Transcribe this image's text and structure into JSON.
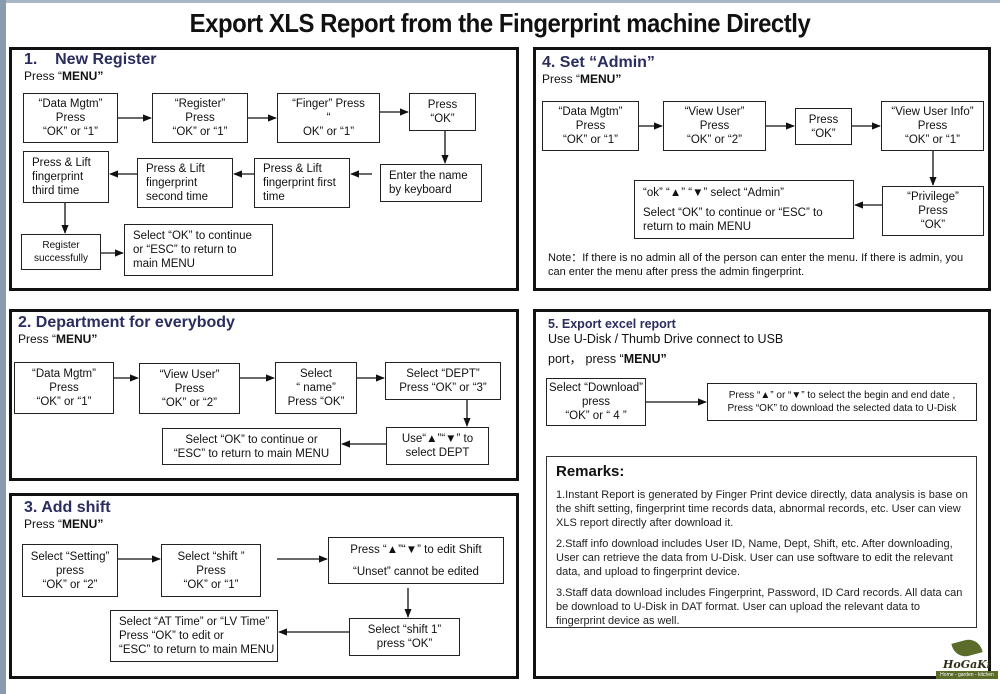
{
  "title": "Export XLS Report from the Fingerprint machine Directly",
  "press_prefix": "Press “",
  "menu_key": "MENU”",
  "sections": {
    "new_register": {
      "title": "1.    New Register",
      "steps": [
        [
          "“Data Mgtm”",
          "Press",
          "“OK” or “1”"
        ],
        [
          "“Register”",
          "Press",
          "“OK” or “1”"
        ],
        [
          "“Finger” Press",
          "“",
          "OK” or “1”"
        ],
        [
          "Press",
          "“OK”"
        ],
        [
          "Enter the name",
          "by keyboard"
        ],
        [
          "Press & Lift",
          "fingerprint first",
          "time"
        ],
        [
          "Press & Lift",
          "fingerprint",
          "second time"
        ],
        [
          "Press & Lift",
          "fingerprint",
          "third time"
        ],
        [
          "Register",
          "successfully"
        ],
        [
          "Select “OK” to  continue",
          "or “ESC” to return to",
          "main MENU"
        ]
      ]
    },
    "department": {
      "title": "2. Department for everybody",
      "steps": [
        [
          "“Data Mgtm”",
          "Press",
          "“OK” or “1”"
        ],
        [
          "“View User”",
          "Press",
          "“OK” or “2”"
        ],
        [
          "Select",
          "“ name”",
          "Press “OK”"
        ],
        [
          "Select “DEPT”",
          "Press “OK” or “3”"
        ],
        [
          "Use“▲”“▼” to",
          "select DEPT"
        ],
        [
          "Select “OK” to  continue or",
          "“ESC” to return to main MENU"
        ]
      ]
    },
    "add_shift": {
      "title": "3. Add shift",
      "steps": [
        [
          "Select “Setting”",
          "press",
          "“OK” or “2”"
        ],
        [
          "Select “shift ”",
          "Press",
          "“OK” or “1”"
        ],
        [
          "Press “▲”“▼” to edit Shift",
          "“Unset” cannot be edited"
        ],
        [
          "Select “shift 1”",
          "press “OK”"
        ],
        [
          "Select “AT Time” or “LV Time”",
          "Press “OK” to  edit or",
          "“ESC” to return to main MENU"
        ]
      ]
    },
    "set_admin": {
      "title": "4. Set “Admin”",
      "steps": [
        [
          "“Data Mgtm”",
          "Press",
          "“OK” or “1”"
        ],
        [
          "“View User”",
          "Press",
          "“OK” or “2”"
        ],
        [
          "Press",
          "“OK”"
        ],
        [
          "“View User Info”",
          "Press",
          "“OK” or “1”"
        ],
        [
          "“Privilege”",
          "Press",
          "“OK”"
        ],
        [
          "“ok” “▲” “▼” select “Admin”",
          "Select “OK” to  continue or “ESC” to",
          "return to main MENU"
        ]
      ],
      "note": "Note：If there is no admin all of the person can enter the menu. If there is admin, you can enter the menu after press the admin fingerprint."
    },
    "export": {
      "title": "5. Export excel report",
      "subtitle_line1": "Use U-Disk / Thumb Drive connect to USB",
      "subtitle_line2": "port， press “",
      "steps": [
        [
          "Select “Download”",
          "press",
          "“OK” or “ 4 ”"
        ],
        [
          "Press “▲” or “▼” to select the begin and end date ,",
          "Press “OK” to download the selected data to U-Disk"
        ]
      ]
    }
  },
  "remarks": {
    "title": "Remarks:",
    "items": [
      "1.Instant Report is generated by Finger Print device directly, data analysis is base on the shift setting, fingerprint time records data, abnormal records, etc. User can view XLS report directly after download it.",
      "2.Staff info download includes User ID, Name, Dept, Shift, etc. After downloading, User can retrieve the data from U-Disk. User can use software to edit the relevant data, and upload to fingerprint device.",
      "3.Staff data download includes Fingerprint, Password, ID Card records. All data can be download to U-Disk in DAT format. User can upload the relevant data to fingerprint device as well."
    ]
  },
  "logo": {
    "brand": "HoGaKi",
    "tagline": "Home - garden - kitchen"
  },
  "colors": {
    "section_title": "#2a2d5e",
    "logo_green": "#5b6b2a"
  }
}
